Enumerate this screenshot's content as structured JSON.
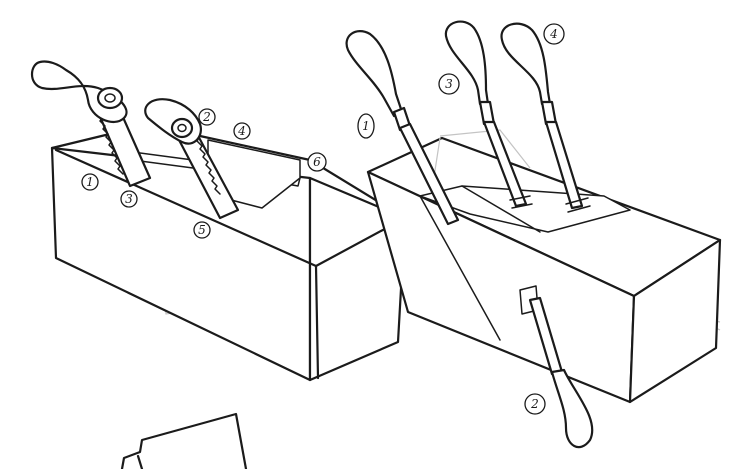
{
  "colors": {
    "ink": "#1b1b1b",
    "construction": "#c4c4c4",
    "paper": "#ffffff"
  },
  "left_block": {
    "labels": [
      "1",
      "3",
      "2",
      "4",
      "6",
      "5"
    ]
  },
  "right_block": {
    "labels": [
      "1",
      "3",
      "4",
      "2"
    ]
  }
}
